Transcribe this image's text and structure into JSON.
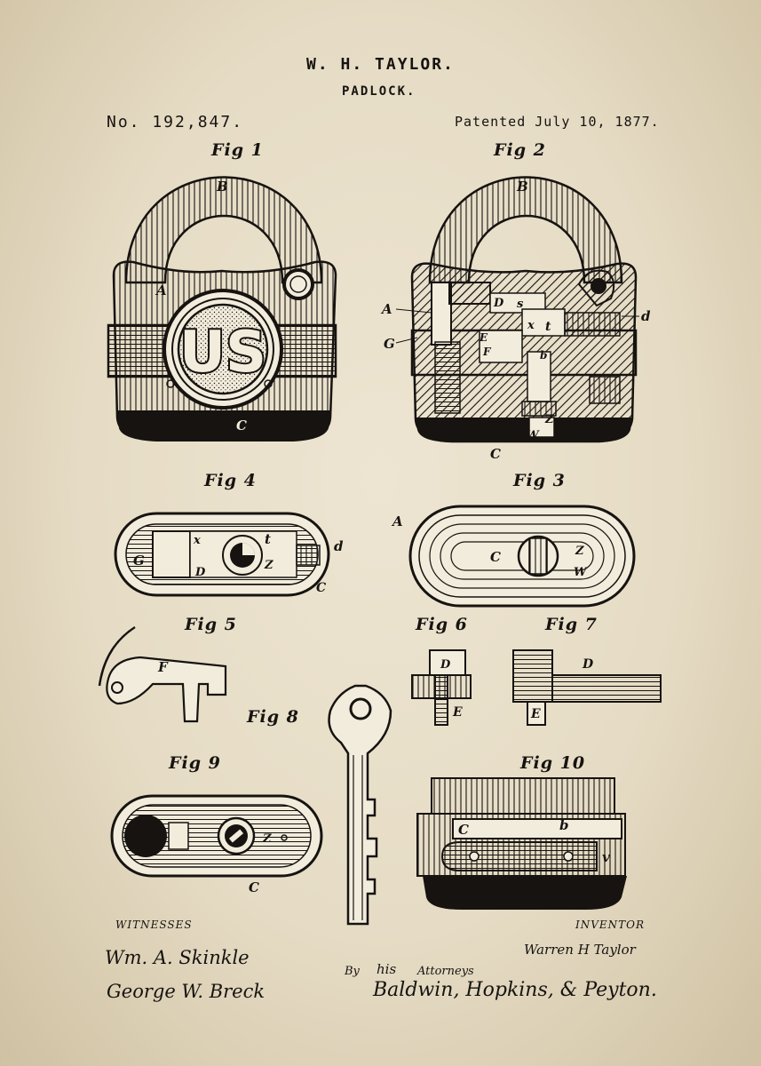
{
  "header": {
    "inventor_name": "W. H. TAYLOR.",
    "title": "PADLOCK.",
    "patent_number": "No. 192,847.",
    "patent_date": "Patented July 10, 1877."
  },
  "figures": {
    "fig1": "Fig 1",
    "fig2": "Fig 2",
    "fig3": "Fig 3",
    "fig4": "Fig 4",
    "fig5": "Fig 5",
    "fig6": "Fig 6",
    "fig7": "Fig 7",
    "fig8": "Fig 8",
    "fig9": "Fig 9",
    "fig10": "Fig 10"
  },
  "emblem_text": "US",
  "labels": {
    "B": "B",
    "A": "A",
    "C": "C",
    "D": "D",
    "G": "G",
    "d": "d",
    "t": "t",
    "x": "x",
    "Z": "Z",
    "W": "W",
    "F": "F",
    "E": "E",
    "b": "b",
    "v": "v",
    "s": "s"
  },
  "footer": {
    "witnesses_label": "WITNESSES",
    "inventor_label": "INVENTOR",
    "witness_1": "Wm. A. Skinkle",
    "witness_2": "George W. Breck",
    "inventor_signature": "Warren H Taylor",
    "by_label": "By",
    "his_label": "his",
    "attorneys_label": "Attorneys",
    "attorneys_signature": "Baldwin, Hopkins, & Peyton."
  },
  "colors": {
    "paper": "#e6dcc5",
    "ink": "#161310"
  }
}
